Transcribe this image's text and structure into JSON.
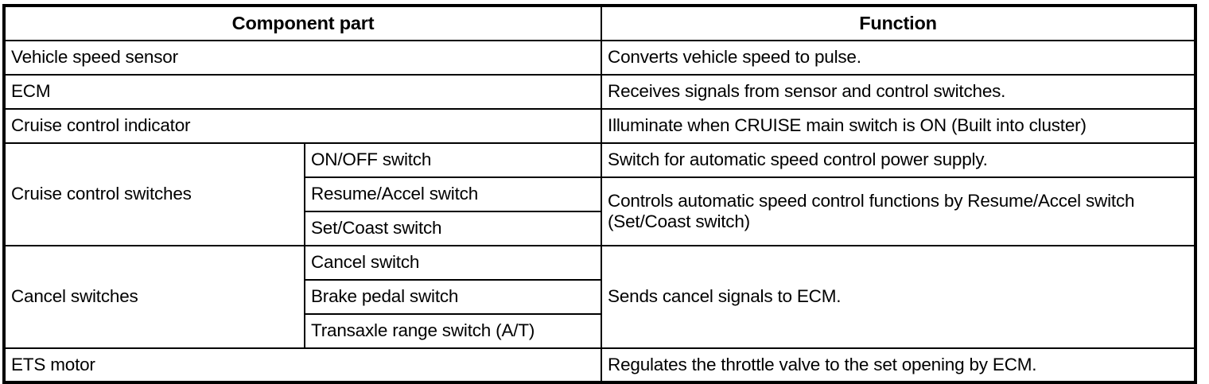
{
  "table": {
    "headers": {
      "component_part": "Component part",
      "function": "Function"
    },
    "rows": [
      {
        "component": "Vehicle speed sensor",
        "sub": null,
        "function": "Converts vehicle speed to pulse."
      },
      {
        "component": "ECM",
        "sub": null,
        "function": "Receives signals from sensor and control switches."
      },
      {
        "component": "Cruise control indicator",
        "sub": null,
        "function": "Illuminate when CRUISE main switch is ON (Built into cluster)"
      },
      {
        "component": "Cruise control switches",
        "sub": "ON/OFF switch",
        "function": "Switch for automatic speed control power supply."
      },
      {
        "component": null,
        "sub": "Resume/Accel switch",
        "function": "Controls automatic speed control functions by Resume/Accel switch (Set/Coast switch)"
      },
      {
        "component": null,
        "sub": "Set/Coast switch",
        "function": null
      },
      {
        "component": "Cancel switches",
        "sub": "Cancel switch",
        "function": "Sends cancel signals to ECM."
      },
      {
        "component": null,
        "sub": "Brake pedal switch",
        "function": null
      },
      {
        "component": null,
        "sub": "Transaxle range switch (A/T)",
        "function": null
      },
      {
        "component": "ETS motor",
        "sub": null,
        "function": "Regulates the throttle valve to the set opening by ECM."
      }
    ]
  },
  "style": {
    "border_color": "#000000",
    "text_color": "#000000",
    "background": "#ffffff"
  }
}
